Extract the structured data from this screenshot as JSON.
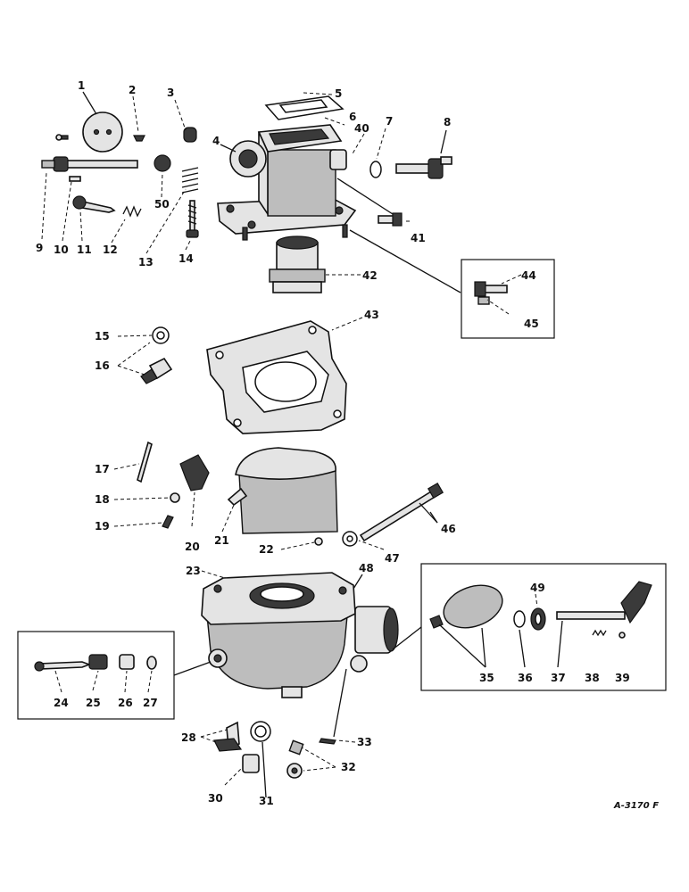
{
  "diagram": {
    "reference": "A-3170 F",
    "callouts": [
      "1",
      "2",
      "3",
      "4",
      "5",
      "6",
      "7",
      "8",
      "9",
      "10",
      "11",
      "12",
      "13",
      "14",
      "15",
      "16",
      "17",
      "18",
      "19",
      "20",
      "21",
      "22",
      "23",
      "24",
      "25",
      "26",
      "27",
      "28",
      "30",
      "31",
      "32",
      "33",
      "35",
      "36",
      "37",
      "38",
      "39",
      "40",
      "41",
      "42",
      "43",
      "44",
      "45",
      "46",
      "47",
      "48",
      "49",
      "50"
    ]
  }
}
